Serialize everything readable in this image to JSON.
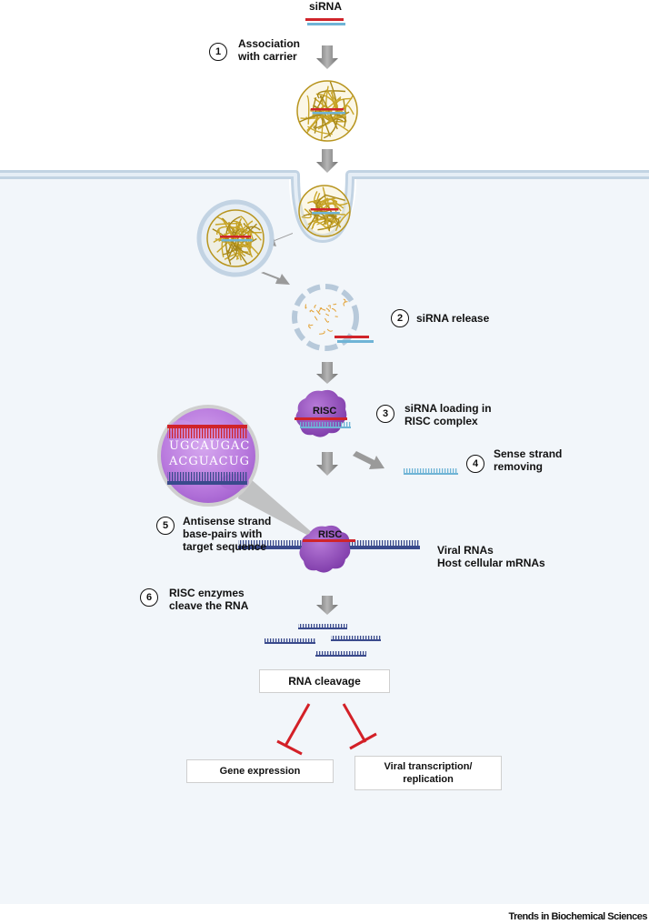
{
  "top_label": "siRNA",
  "steps": [
    {
      "number": "1",
      "text": "Association\nwith carrier"
    },
    {
      "number": "2",
      "text": "siRNA release"
    },
    {
      "number": "3",
      "text": "siRNA loading in\nRISC complex"
    },
    {
      "number": "4",
      "text": "Sense strand\nremoving"
    },
    {
      "number": "5",
      "text": "Antisense strand\nbase-pairs with\ntarget sequence"
    },
    {
      "number": "6",
      "text": "RISC enzymes\ncleave the RNA"
    }
  ],
  "risc_label": "RISC",
  "target_label": "Viral RNAs\nHost cellular mRNAs",
  "zoom_sequence": {
    "top": "UGCAUGAC",
    "bottom": "ACGUACUG"
  },
  "cleavage_box": "RNA cleavage",
  "outcomes": [
    "Gene expression",
    "Viral transcription/\nreplication"
  ],
  "footer": "Trends in Biochemical Sciences",
  "colors": {
    "cell_interior": "#f2f6fa",
    "membrane": "#c2d3e3",
    "carrier": "#c8a528",
    "antisense_strand": "#d0242a",
    "sense_strand": "#6fb4d6",
    "risc": "#9a54c2",
    "target_rna": "#3a4a8c",
    "inhibition": "#d32027",
    "arrow": "#8a8a8a"
  }
}
